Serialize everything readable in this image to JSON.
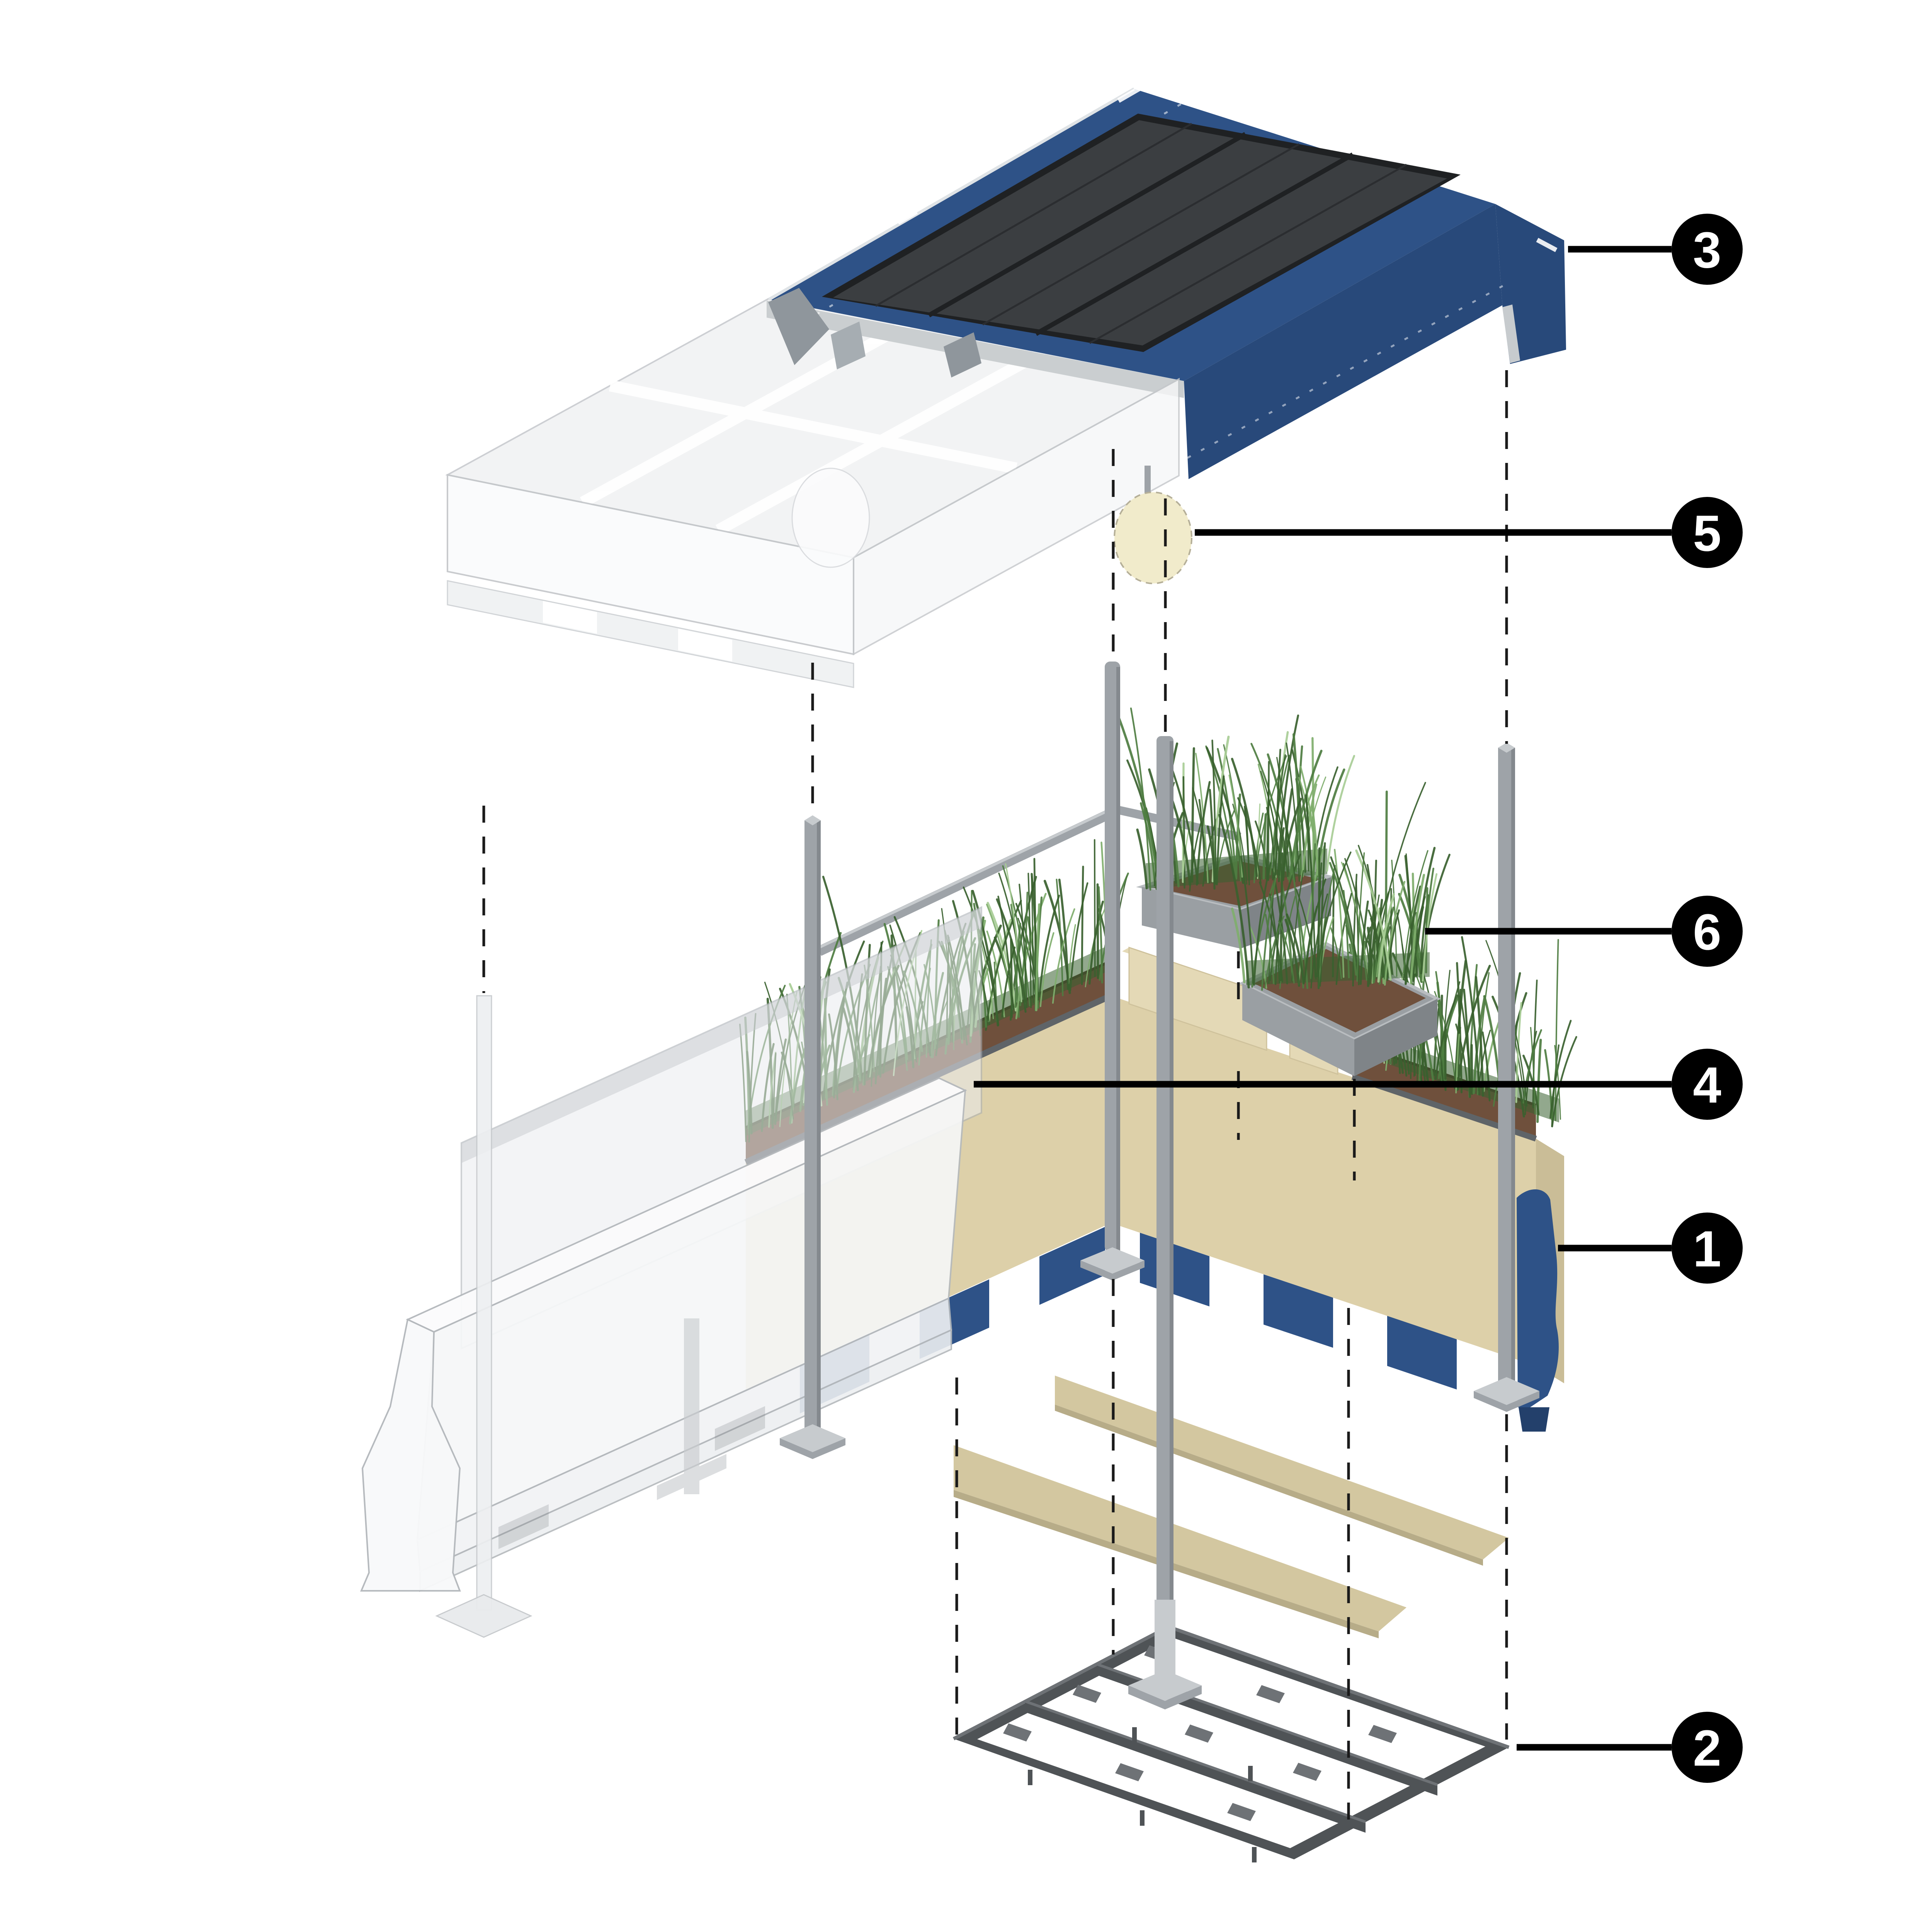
{
  "figure": {
    "background": "#FFFFFF"
  },
  "callouts": [
    {
      "key": "barrier-base",
      "number": "1"
    },
    {
      "key": "ground-frame",
      "number": "2"
    },
    {
      "key": "solar-roof",
      "number": "3"
    },
    {
      "key": "planter-rail",
      "number": "4"
    },
    {
      "key": "light-fixture",
      "number": "5"
    },
    {
      "key": "stepped-planters",
      "number": "6"
    }
  ],
  "palette": {
    "canopy_blue": "#2E5287",
    "canopy_blue_dark": "#28497A",
    "canopy_blue_deep": "#23406B",
    "panel_dark": "#3B3E41",
    "panel_border": "#1F2123",
    "cream": "#DDD0A9",
    "cream_dark": "#CABD97",
    "cream_light": "#E4D9B6",
    "deck_tan": "#D3C7A0",
    "deck_edge": "#B7AC88",
    "soil": "#6F503C",
    "soil_dark": "#4F372A",
    "grass_dark": "#39612F",
    "grass_mid": "#4E7D41",
    "grass_light": "#7FAE6C",
    "grass_pale": "#A8CD96",
    "metal": "#9EA3A8",
    "metal_light": "#C7CBCE",
    "metal_dark": "#84898E",
    "box_gray": "#9A9FA3",
    "box_gray_dark": "#7F8488",
    "frame_dark": "#4F5356",
    "frame_mid": "#6E7276",
    "ghost": "#F3F4F6",
    "ghost_line": "#C7CACD",
    "light_cream": "#F1EBCB",
    "light_edge": "#B5AF98",
    "ink": "#000000",
    "label_text": "#FFFFFF"
  }
}
